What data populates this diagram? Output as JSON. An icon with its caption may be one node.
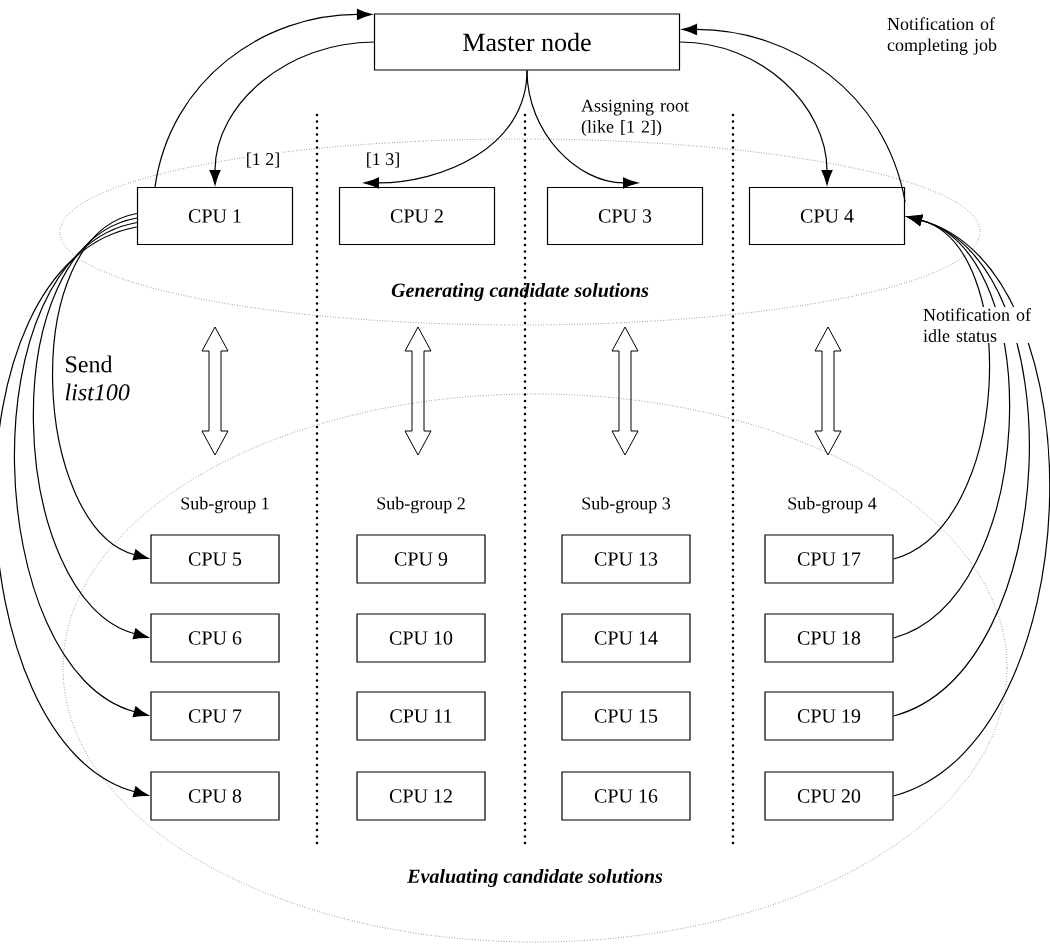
{
  "diagram": {
    "nodes": [
      {
        "text": [
          "Master node"
        ]
      },
      {
        "text": [
          "Generating candidate solutions"
        ]
      },
      {
        "text": [
          "CPU 1"
        ],
        "in": 1
      },
      {
        "text": [
          "CPU 2"
        ],
        "in": 1
      },
      {
        "text": [
          "CPU 3"
        ],
        "in": 1
      },
      {
        "text": [
          "CPU 4"
        ],
        "in": 1
      },
      {
        "text": [
          "Evaluating candidate solutions"
        ]
      },
      {
        "text": [
          "CPU 5"
        ],
        "in": 6
      },
      {
        "text": [
          "CPU 6"
        ],
        "in": 6
      },
      {
        "text": [
          "CPU 7"
        ],
        "in": 6
      },
      {
        "text": [
          "CPU 8"
        ],
        "in": 6
      },
      {
        "text": [
          "CPU 9"
        ],
        "in": 6
      },
      {
        "text": [
          "CPU 10"
        ],
        "in": 6
      },
      {
        "text": [
          "CPU 11"
        ],
        "in": 6
      },
      {
        "text": [
          "CPU 12"
        ],
        "in": 6
      },
      {
        "text": [
          "CPU 13"
        ],
        "in": 6
      },
      {
        "text": [
          "CPU 14"
        ],
        "in": 6
      },
      {
        "text": [
          "CPU 15"
        ],
        "in": 6
      },
      {
        "text": [
          "CPU 16"
        ],
        "in": 6
      },
      {
        "text": [
          "CPU 17"
        ],
        "in": 6
      },
      {
        "text": [
          "CPU 18"
        ],
        "in": 6
      },
      {
        "text": [
          "CPU 19"
        ],
        "in": 6
      },
      {
        "text": [
          "CPU 20"
        ],
        "in": 6
      }
    ],
    "edges": [
      {
        "from": 0,
        "to": 2,
        "arrow": "to",
        "label": "[1 2]"
      },
      {
        "from": 0,
        "to": 3,
        "arrow": "to",
        "label": "[1 3]"
      },
      {
        "from": 0,
        "to": 4,
        "arrow": "to",
        "label": "Assigning root (like [1 2])"
      },
      {
        "from": 0,
        "to": 5,
        "arrow": "to"
      },
      {
        "from": 2,
        "to": 0,
        "arrow": "to"
      },
      {
        "from": 5,
        "to": 0,
        "arrow": "to",
        "label": "Notification of completing job"
      },
      {
        "from": 2,
        "to": 7,
        "arrow": "to"
      },
      {
        "from": 2,
        "to": 8,
        "arrow": "to"
      },
      {
        "from": 2,
        "to": 9,
        "arrow": "to"
      },
      {
        "from": 2,
        "to": 10,
        "arrow": "to"
      },
      {
        "from": 19,
        "to": 5,
        "arrow": "to"
      },
      {
        "from": 20,
        "to": 5,
        "arrow": "to"
      },
      {
        "from": 21,
        "to": 5,
        "arrow": "to"
      },
      {
        "from": 22,
        "to": 5,
        "arrow": "to"
      }
    ],
    "labels": [
      "Notification of idle status",
      "Send *list100*",
      "Sub-group 1",
      "Sub-group 2",
      "Sub-group 3",
      "Sub-group 4"
    ]
  }
}
